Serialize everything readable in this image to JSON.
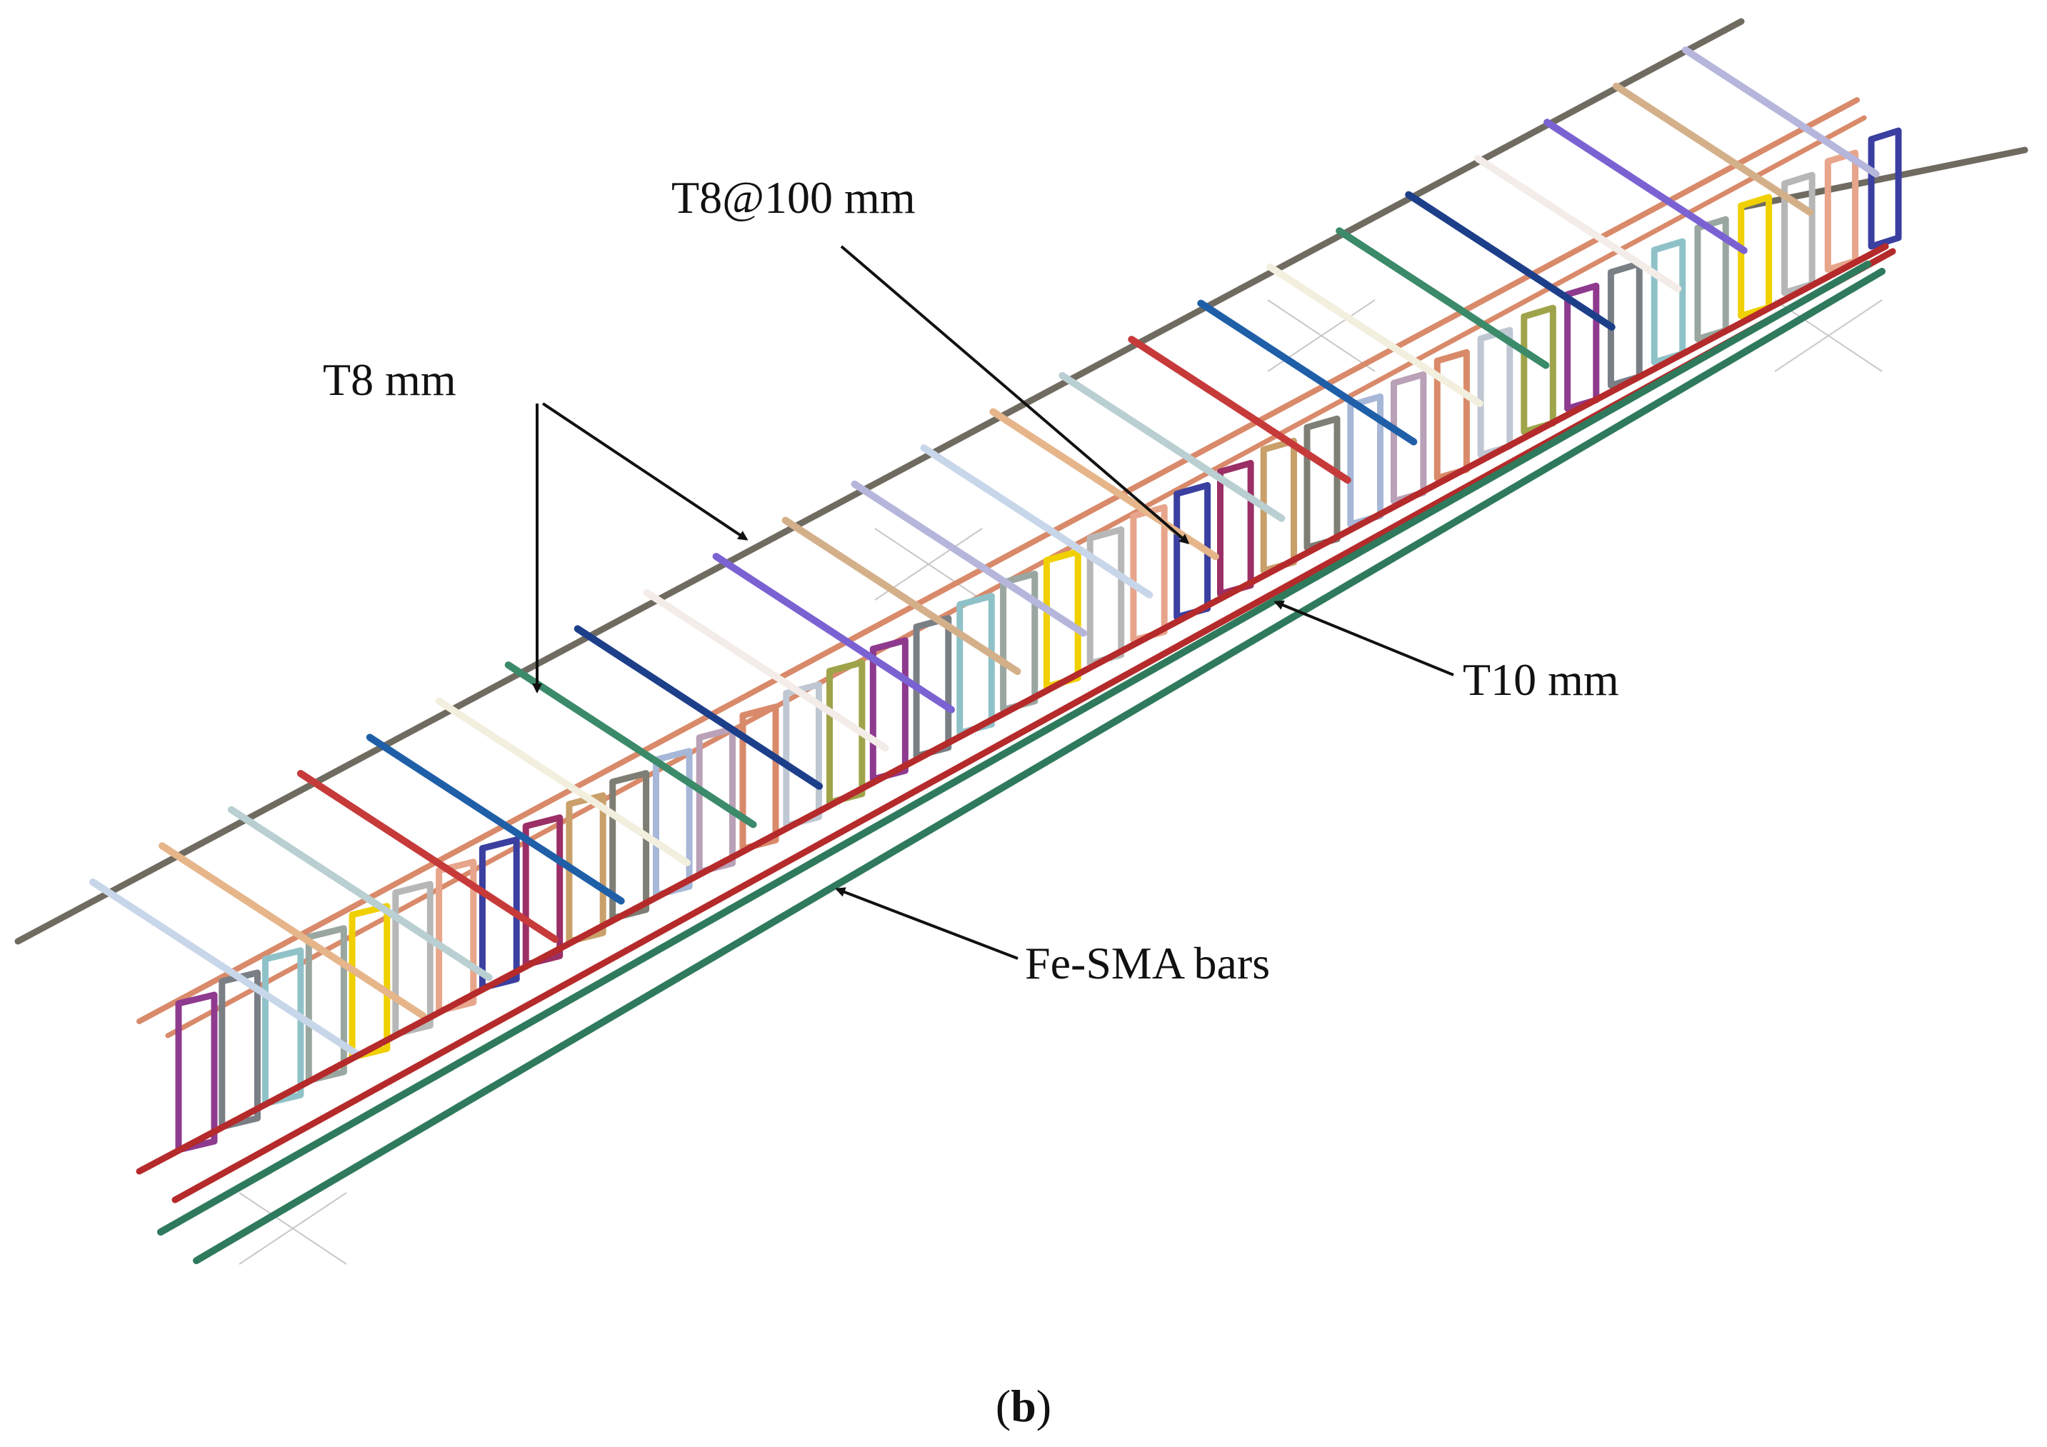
{
  "labels": {
    "t8": "T8 mm",
    "t8_at_100": "T8@100 mm",
    "t10": "T10 mm",
    "fe_sma": "Fe-SMA bars"
  },
  "caption": {
    "open": "(",
    "letter": "b",
    "close": ")"
  },
  "colors": {
    "top_bar": "#6f6b60",
    "t10_bar": "#b52a2a",
    "fesma_bar": "#2f7a5c",
    "arrow": "#111111",
    "support_marks": "#c8c8c8",
    "stirrups": [
      "#8e3a8e",
      "#7a7f86",
      "#8fc2c8",
      "#9aa7a0",
      "#f0d000",
      "#b7b7b7",
      "#e7a58b",
      "#3a3fa0",
      "#9b2f66",
      "#c9a06a",
      "#7e7e74",
      "#a7b7d8",
      "#b9a1b7",
      "#d98a6a",
      "#bfc7d2",
      "#9fa34a"
    ],
    "transverse_bars": [
      "#c8d6ea",
      "#e6b58a",
      "#b9cfd2",
      "#c73a3a",
      "#1f5fa8",
      "#f2efde",
      "#3b8a6a",
      "#1d3f8a",
      "#f3ece8",
      "#7b62d2",
      "#d4b08a",
      "#b6b6dc"
    ]
  }
}
